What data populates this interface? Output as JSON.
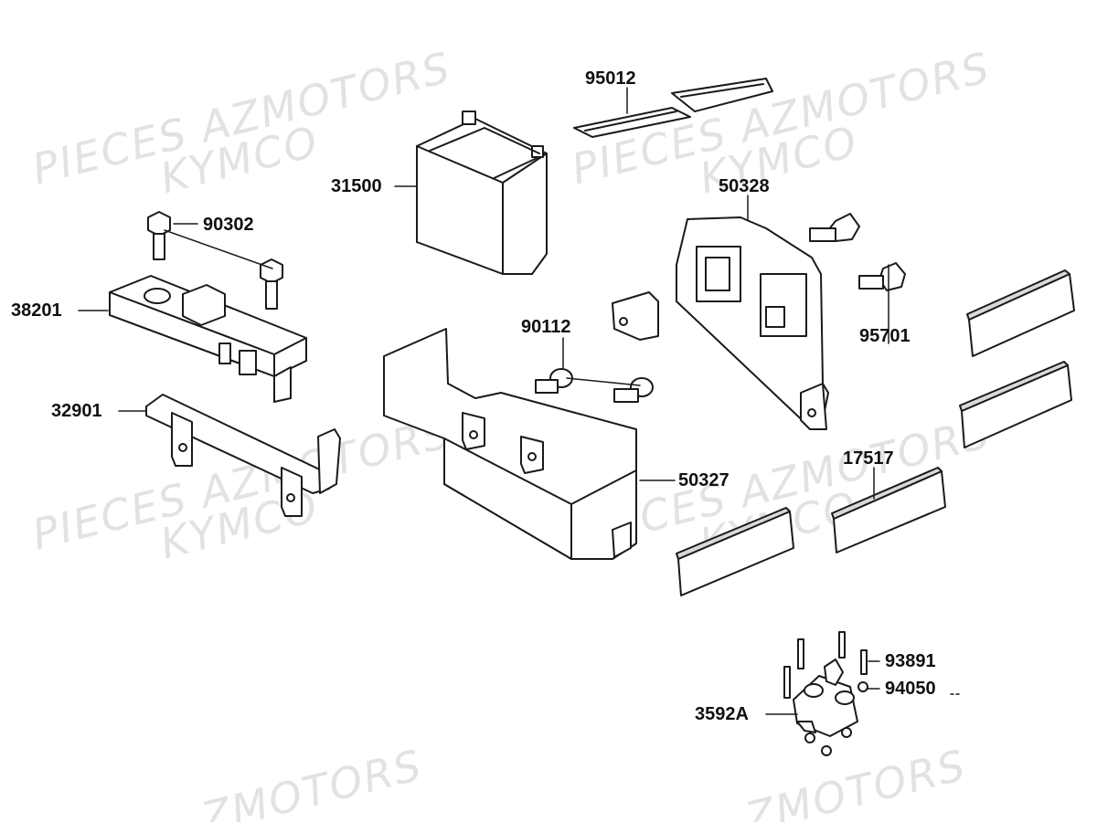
{
  "watermark": {
    "line1": "PIECES AZMOTORS",
    "line2": "KYMCO",
    "fragment": "ZMOTORS"
  },
  "parts": [
    {
      "id": "95012"
    },
    {
      "id": "31500"
    },
    {
      "id": "50328"
    },
    {
      "id": "90302"
    },
    {
      "id": "38201"
    },
    {
      "id": "90112"
    },
    {
      "id": "95701"
    },
    {
      "id": "32901"
    },
    {
      "id": "50327"
    },
    {
      "id": "17517"
    },
    {
      "id": "93891"
    },
    {
      "id": "94050"
    },
    {
      "id": "3592A"
    }
  ],
  "colors": {
    "line": "#1a1a1a",
    "part_fill": "#ffffff",
    "shadow": "#d9d9d9",
    "watermark": "#e2e2e2"
  }
}
